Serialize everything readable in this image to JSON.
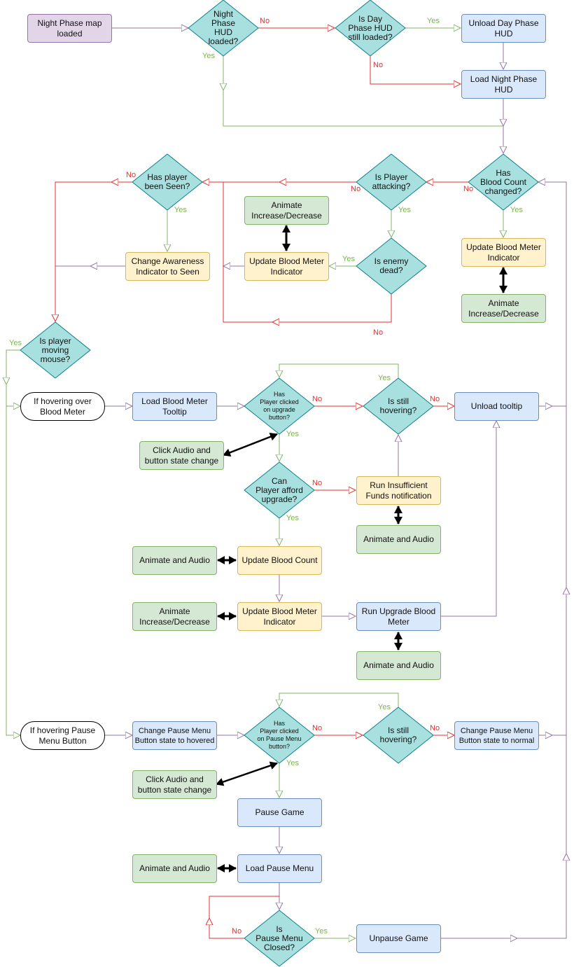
{
  "nodes": {
    "n_start": "Night Phase map\nloaded",
    "n_unload_day": "Unload Day Phase\nHUD",
    "n_load_night": "Load Night Phase\nHUD",
    "n_animate_1": "Animate\nIncrease/Decrease",
    "n_update_meter_1": "Update Blood Meter\nIndicator",
    "n_change_awareness": "Change Awareness\nIndicator to Seen",
    "n_update_meter_2": "Update Blood Meter\nIndicator",
    "n_animate_2": "Animate\nIncrease/Decrease",
    "n_hover_meter": "If hovering over\nBlood Meter",
    "n_load_tooltip": "Load Blood Meter\nTooltip",
    "n_unload_tooltip": "Unload tooltip",
    "n_click_audio_1": "Click Audio and\nbutton state change",
    "n_run_insufficient": "Run Insufficient\nFunds notification",
    "n_anim_audio_1": "Animate and Audio",
    "n_anim_audio_2": "Animate and Audio",
    "n_update_count": "Update Blood Count",
    "n_animate_3": "Animate\nIncrease/Decrease",
    "n_update_meter_3": "Update Blood Meter\nIndicator",
    "n_run_upgrade": "Run Upgrade Blood\nMeter",
    "n_anim_audio_3": "Animate and Audio",
    "n_hover_pause": "If hovering Pause\nMenu Button",
    "n_change_hovered": "Change Pause Menu\nButton state to hovered",
    "n_change_normal": "Change Pause Menu\nButton state to normal",
    "n_click_audio_2": "Click Audio and\nbutton state change",
    "n_pause_game": "Pause Game",
    "n_anim_audio_4": "Animate and Audio",
    "n_load_pause": "Load Pause Menu",
    "n_unpause": "Unpause Game"
  },
  "decisions": {
    "d_hud_loaded": "Night\nPhase\nHUD\nloaded?",
    "d_day_loaded": "Is Day\nPhase HUD\nstill loaded?",
    "d_blood_changed": "Has\nBlood Count\nchanged?",
    "d_attacking": "Is Player\nattacking?",
    "d_seen": "Has player\nbeen Seen?",
    "d_enemy_dead": "Is enemy\ndead?",
    "d_moving_mouse": "Is player\nmoving\nmouse?",
    "d_clicked_upgrade": "Has\nPlayer clicked\non upgrade\nbutton?",
    "d_still_hover_1": "Is still\nhovering?",
    "d_afford": "Can\nPlayer afford\nupgrade?",
    "d_clicked_pause": "Has\nPlayer clicked\non Pause Menu\nbutton?",
    "d_still_hover_2": "Is still\nhovering?",
    "d_pause_closed": "Is\nPause Menu\nClosed?"
  },
  "edge_labels": {
    "yes": "Yes",
    "no": "No"
  },
  "colors": {
    "flow_purple": "#9673a6",
    "flow_green": "#82b366",
    "flow_red": "#e03030",
    "decision_fill": "#a8e0e0",
    "decision_stroke": "#0e8088"
  }
}
